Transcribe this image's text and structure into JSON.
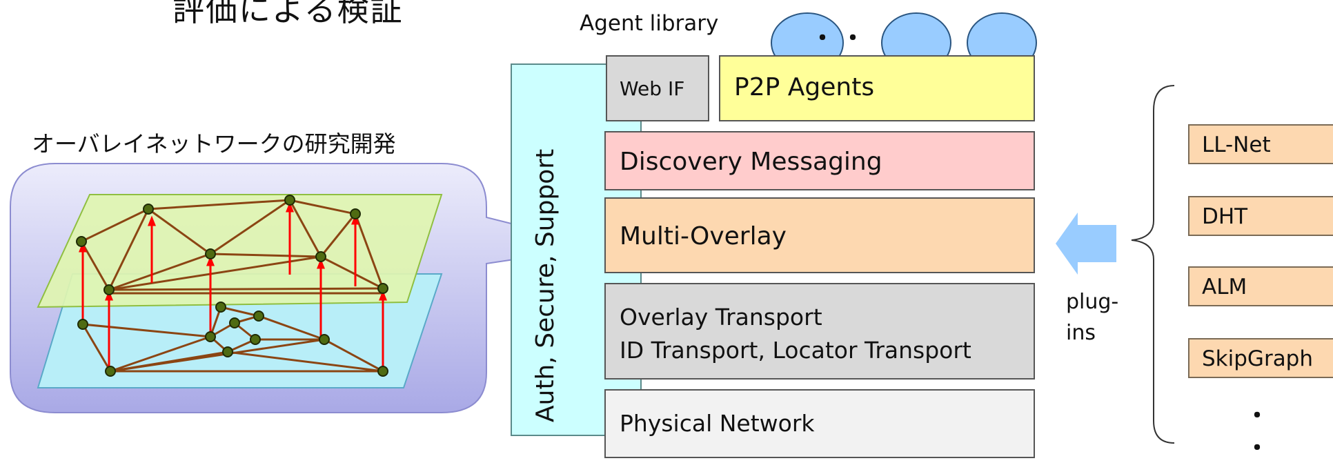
{
  "header": {
    "title_fragment": "評価による検証"
  },
  "left": {
    "caption": "オーバレイネットワークの研究開発"
  },
  "stack": {
    "agent_library": "Agent library",
    "ellipsis_dots": "・・",
    "web_if": "Web IF",
    "p2p_agents": "P2P Agents",
    "side_support": "Auth, Secure, Support",
    "discovery": "Discovery Messaging",
    "multi_overlay": "Multi-Overlay",
    "overlay_transport_line1": "Overlay Transport",
    "overlay_transport_line2": "ID Transport, Locator Transport",
    "physical": "Physical Network"
  },
  "plugins": {
    "label_line1": "plug-",
    "label_line2": "ins",
    "items": [
      "LL-Net",
      "DHT",
      "ALM",
      "SkipGraph"
    ],
    "more": "・"
  },
  "colors": {
    "p2p_agents": "#ffff99",
    "web_if": "#d9d9d9",
    "discovery": "#ffcccc",
    "multi_overlay": "#fdd8b0",
    "overlay_transport": "#d9d9d9",
    "physical": "#f2f2f2",
    "side_support": "#ccffff",
    "agent_ellipse": "#99ccff",
    "arrow": "#99ccff",
    "upper_plane": "#e0f5b0",
    "lower_plane": "#b8eef8",
    "bubble": "#c8c8f0",
    "link": "#8b4513",
    "vertical_arrow": "#ff0000"
  }
}
